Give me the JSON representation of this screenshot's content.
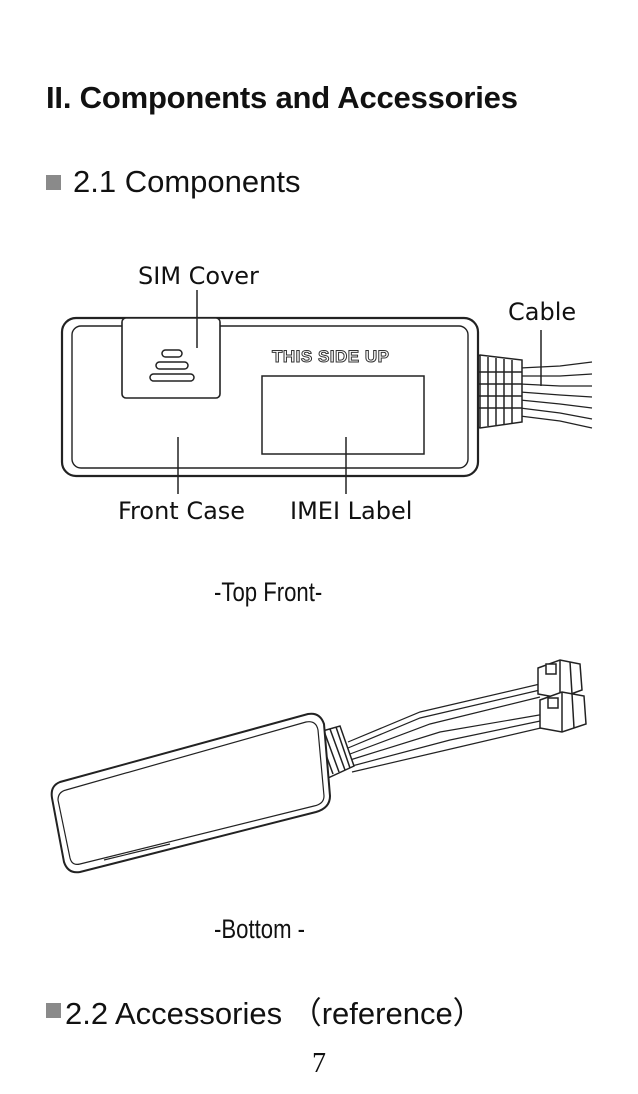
{
  "section_title": "II. Components and Accessories",
  "components_heading": "2.1 Components",
  "top_figure": {
    "labels": {
      "sim_cover": "SIM Cover",
      "cable": "Cable",
      "front_case": "Front Case",
      "imei_label": "IMEI Label",
      "stamp": "THIS SIDE UP"
    }
  },
  "top_caption": "-Top Front-",
  "bottom_caption": "-Bottom -",
  "accessories_heading": "2.2 Accessories （reference）",
  "page_number": "7"
}
